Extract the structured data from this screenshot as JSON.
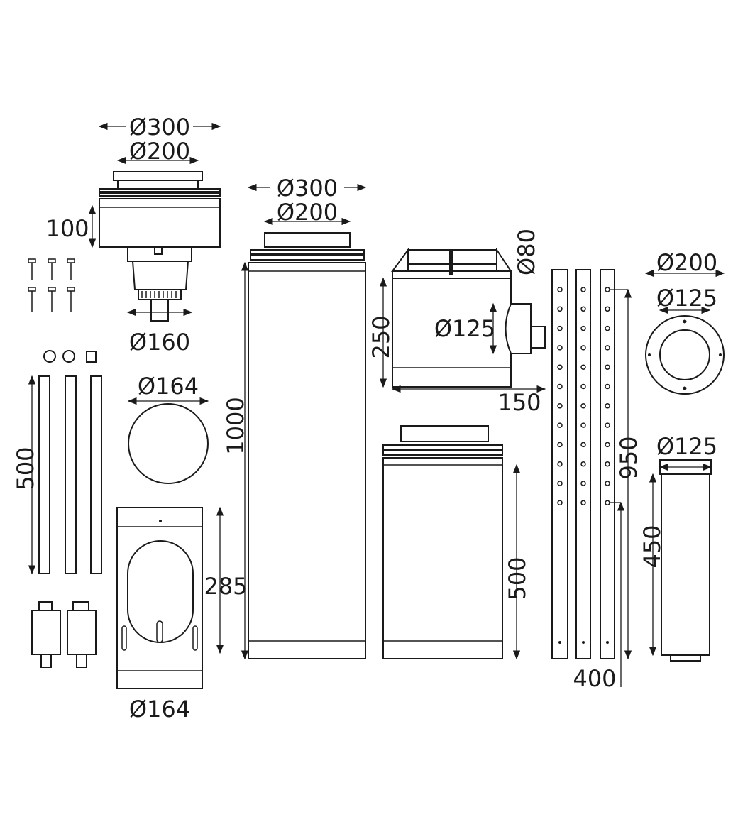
{
  "title": "Flue system components technical drawing",
  "colors": {
    "line": "#1a1a1a",
    "background": "#ffffff"
  },
  "dimensions": {
    "terminal_outer": "Ø300",
    "terminal_inner": "Ø200",
    "terminal_height": "100",
    "terminal_spigot": "Ø160",
    "rod_length": "500",
    "plate_diameter": "Ø164",
    "sleeve_height": "285",
    "sleeve_diameter": "Ø164",
    "pipe1000_outer": "Ø300",
    "pipe1000_inner": "Ø200",
    "pipe1000_length": "1000",
    "tee_top": "Ø80",
    "tee_height": "250",
    "tee_branch": "Ø125",
    "tee_branch_length": "150",
    "pipe500_length": "500",
    "rail_length": "950",
    "rail_spacing": "400",
    "ring_outer": "Ø200",
    "ring_inner": "Ø125",
    "pipe450_diameter": "Ø125",
    "pipe450_length": "450"
  }
}
